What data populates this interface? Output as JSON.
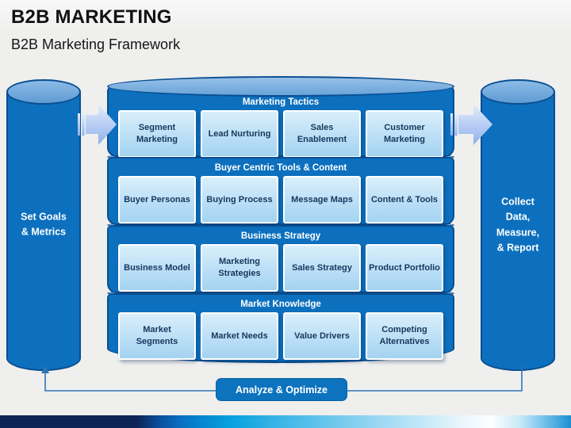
{
  "slide": {
    "title": "B2B MARKETING",
    "subtitle": "B2B Marketing Framework"
  },
  "left_cylinder": {
    "label": "Set Goals\n& Metrics"
  },
  "right_cylinder": {
    "label": "Collect\nData,\nMeasure,\n& Report"
  },
  "bands": [
    {
      "header": "Marketing Tactics",
      "boxes": [
        "Segment Marketing",
        "Lead Nurturing",
        "Sales Enablement",
        "Customer Marketing"
      ]
    },
    {
      "header": "Buyer Centric Tools & Content",
      "boxes": [
        "Buyer Personas",
        "Buying Process",
        "Message Maps",
        "Content & Tools"
      ]
    },
    {
      "header": "Business Strategy",
      "boxes": [
        "Business Model",
        "Marketing Strategies",
        "Sales Strategy",
        "Product Portfolio"
      ]
    },
    {
      "header": "Market Knowledge",
      "boxes": [
        "Market Segments",
        "Market Needs",
        "Value Drivers",
        "Competing Alternatives"
      ]
    }
  ],
  "feedback": {
    "label": "Analyze & Optimize"
  },
  "icons": {
    "left_arrow": "striped-right-arrow",
    "right_arrow": "striped-right-arrow"
  },
  "colors": {
    "primary_blue": "#0C70BE",
    "dark_border": "#0A4E91",
    "ellipse_light_blue": "#6FA8DC",
    "box_fill_light": "#BBDFF6",
    "box_text_navy": "#17375E",
    "connector_blue": "#2E75B6",
    "bar_navy": "#0D2456",
    "bar_cyan": "#05A0DE",
    "background_gray": "#EFEFEE"
  }
}
